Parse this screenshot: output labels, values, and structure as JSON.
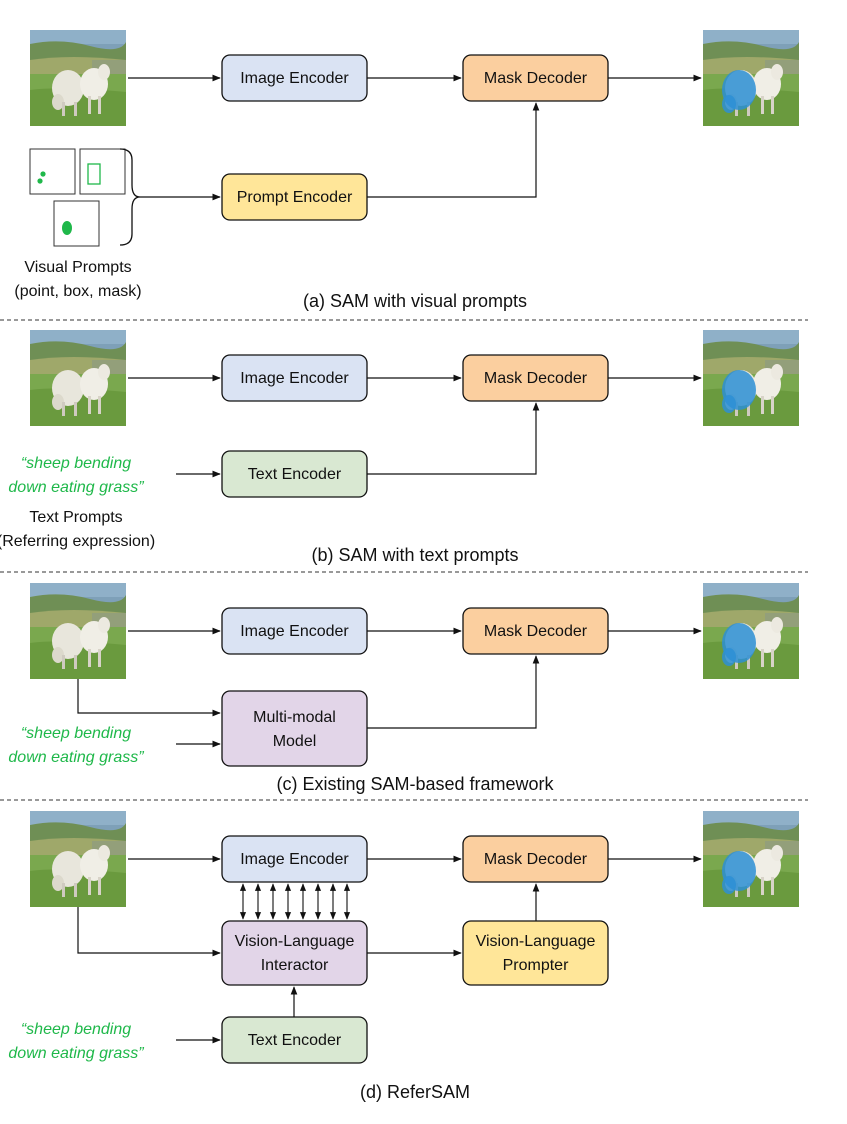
{
  "colors": {
    "image_encoder": "#dae3f3",
    "mask_decoder": "#fbcf9f",
    "prompt_encoder": "#ffe699",
    "text_encoder": "#d9e8d2",
    "multimodal": "#e2d5e8",
    "vl_interactor": "#e2d5e8",
    "vl_prompter": "#ffe699",
    "prompt_green": "#1fb84a",
    "mask_overlay": "#2d8fd5"
  },
  "panel_a": {
    "image_encoder": "Image Encoder",
    "mask_decoder": "Mask Decoder",
    "prompt_encoder": "Prompt Encoder",
    "visual_prompts_line1": "Visual Prompts",
    "visual_prompts_line2": "(point, box, mask)",
    "caption": "(a) SAM with visual prompts"
  },
  "panel_b": {
    "image_encoder": "Image Encoder",
    "mask_decoder": "Mask Decoder",
    "text_encoder": "Text Encoder",
    "prompt_line1": "“sheep bending",
    "prompt_line2": "down eating grass”",
    "text_prompts_line1": "Text Prompts",
    "text_prompts_line2": "(Referring expression)",
    "caption": "(b) SAM with text prompts"
  },
  "panel_c": {
    "image_encoder": "Image Encoder",
    "mask_decoder": "Mask Decoder",
    "mm_line1": "Multi-modal",
    "mm_line2": "Model",
    "prompt_line1": "“sheep bending",
    "prompt_line2": "down eating grass”",
    "caption": "(c) Existing SAM-based framework"
  },
  "panel_d": {
    "image_encoder": "Image Encoder",
    "mask_decoder": "Mask Decoder",
    "vli_line1": "Vision-Language",
    "vli_line2": "Interactor",
    "vlp_line1": "Vision-Language",
    "vlp_line2": "Prompter",
    "text_encoder": "Text Encoder",
    "prompt_line1": "“sheep bending",
    "prompt_line2": "down eating grass”",
    "caption": "(d) ReferSAM"
  }
}
